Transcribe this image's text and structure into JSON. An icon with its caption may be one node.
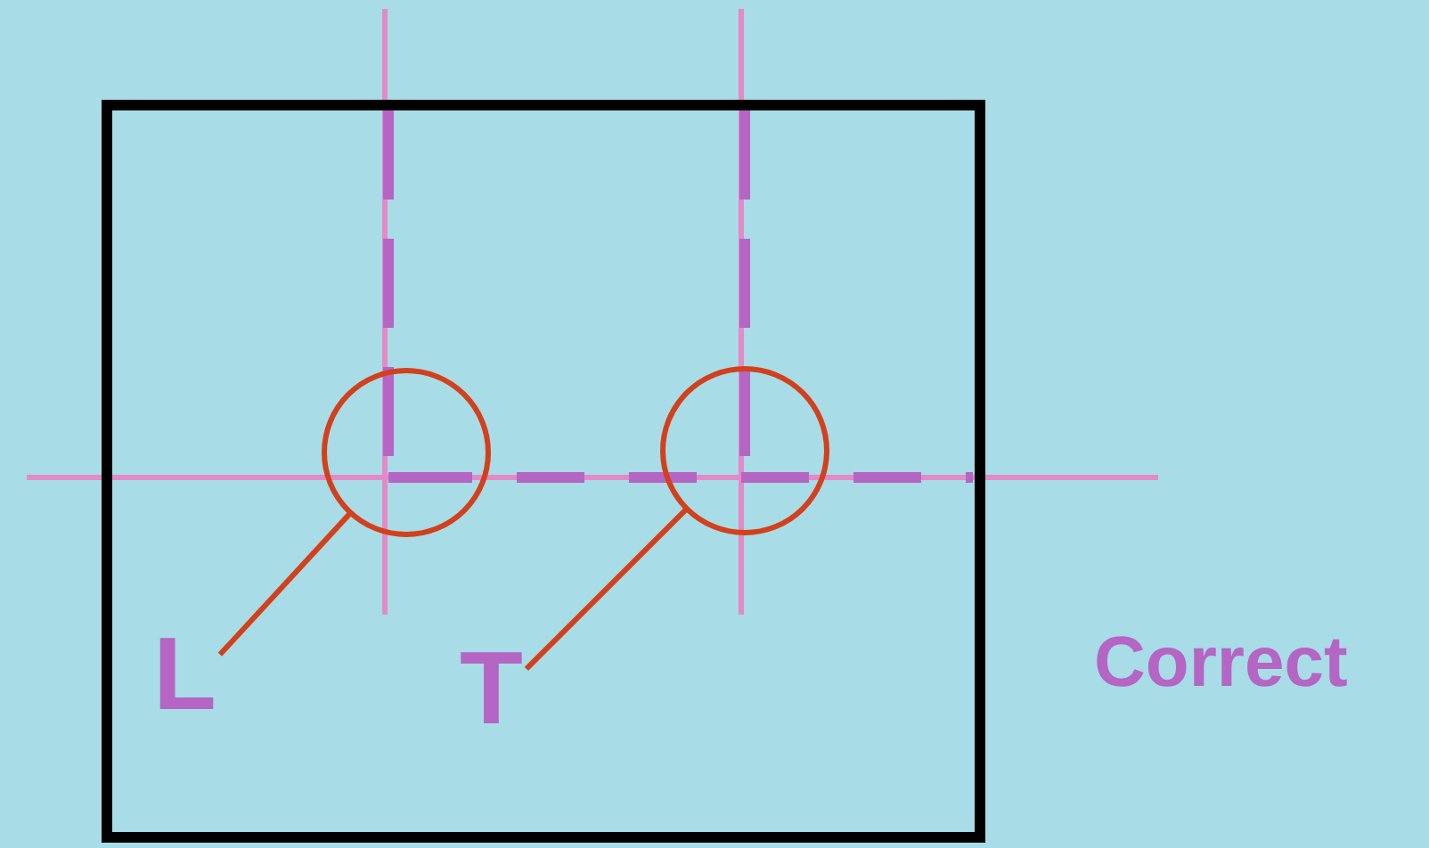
{
  "diagram": {
    "nodes": [
      {
        "text": [
          "L"
        ]
      },
      {
        "text": [],
        "shape": "circle"
      },
      {
        "text": [
          "T"
        ]
      },
      {
        "text": [],
        "shape": "circle"
      }
    ],
    "edges": [
      {
        "from": 0,
        "to": 1,
        "arrow": "none"
      },
      {
        "from": 2,
        "to": 3,
        "arrow": "none"
      }
    ],
    "labels": [
      "Correct"
    ]
  }
}
